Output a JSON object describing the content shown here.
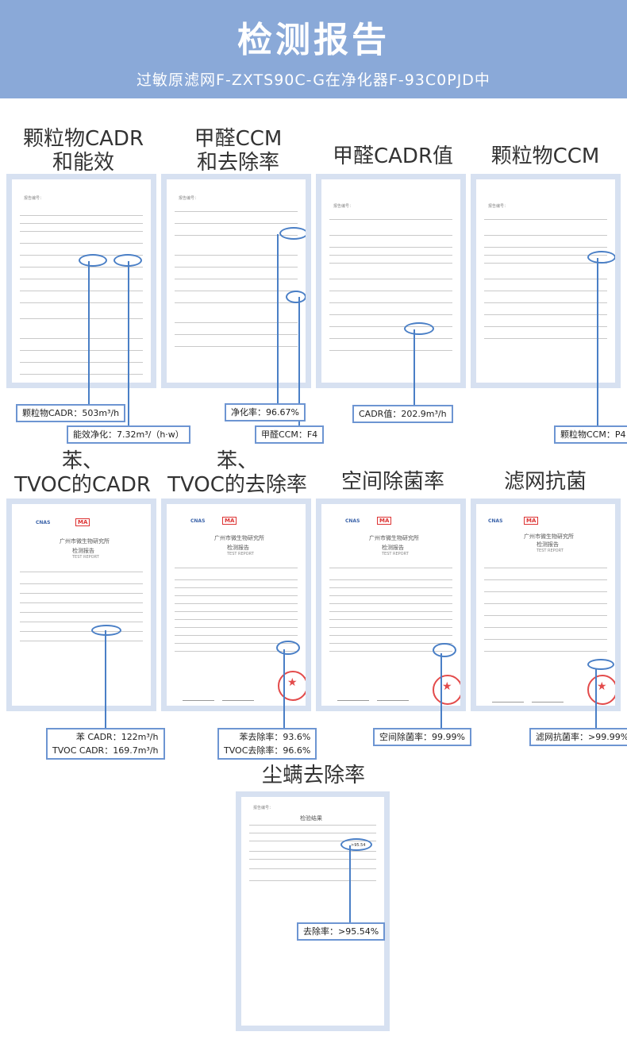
{
  "banner": {
    "title": "检测报告",
    "subtitle": "过敏原滤网F-ZXTS90C-G在净化器F-93C0PJD中"
  },
  "headings": {
    "particle_cadr": "颗粒物CADR\n和能效",
    "formaldehyde_ccm": "甲醛CCM\n和去除率",
    "formaldehyde_cadr": "甲醛CADR值",
    "particle_ccm": "颗粒物CCM",
    "benzene_cadr": "苯、\nTVOC的CADR",
    "benzene_removal": "苯、\nTVOC的去除率",
    "sterilization": "空间除菌率",
    "filter_antibacterial": "滤网抗菌",
    "mite_removal": "尘螨去除率"
  },
  "labels": {
    "particle_cadr": "颗粒物CADR：503m³/h",
    "energy_efficiency": "能效净化：7.32m³/（h·w）",
    "purification_rate": "净化率：96.67%",
    "formaldehyde_ccm": "甲醛CCM：F4",
    "formaldehyde_cadr": "CADR值：202.9m³/h",
    "particle_ccm": "颗粒物CCM：P4",
    "benzene_cadr": "苯 CADR：122m³/h",
    "tvoc_cadr": "TVOC CADR：169.7m³/h",
    "benzene_removal": "苯去除率：93.6%",
    "tvoc_removal": "TVOC去除率：96.6%",
    "sterilization_rate": "空间除菌率：99.99%",
    "filter_antibacterial_rate": "滤网抗菌率：>99.99%",
    "mite_removal_rate": "去除率：>95.54%"
  },
  "docs": {
    "report_no_prefix": "报告编号：",
    "cnas": "CNAS",
    "ma": "MA",
    "institute": "广州市微生物研究所",
    "report": "检测报告",
    "report_en": "TEST REPORT",
    "mite_results": "检验结果",
    "mite_value": ">95.54"
  },
  "colors": {
    "banner": "#8aa9d8",
    "card_border": "#d7e1f1",
    "connector": "#4a7fc6"
  }
}
